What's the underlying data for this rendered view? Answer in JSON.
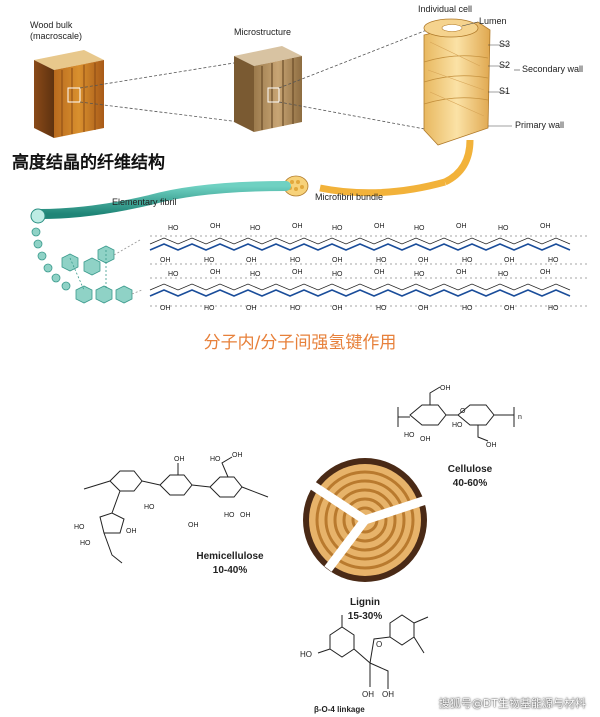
{
  "top": {
    "wood_bulk": "Wood bulk",
    "wood_bulk_sub": "(macroscale)",
    "microstructure": "Microstructure",
    "individual_cell": "Individual cell",
    "lumen": "Lumen",
    "s3": "S3",
    "s2": "S2",
    "s1": "S1",
    "secondary_wall": "Secondary wall",
    "primary_wall": "Primary wall",
    "elementary_fibril": "Elementary fibril",
    "microfibril_bundle": "Microfibril bundle",
    "crystalline_title": "高度结晶的纤维结构",
    "hbond_caption": "分子内/分子间强氢键作用"
  },
  "bottom": {
    "cellulose_name": "Cellulose",
    "cellulose_pct": "40-60%",
    "hemicellulose_name": "Hemicellulose",
    "hemicellulose_pct": "10-40%",
    "lignin_name": "Lignin",
    "lignin_pct": "15-30%",
    "linkage": "β-O-4 linkage",
    "n_sub": "n"
  },
  "watermark": "搜狐号@DT生物基能源与材料",
  "colors": {
    "accent_orange": "#e7803a",
    "fibril_teal": "#3aa89a",
    "ring_tan": "#e7b36a",
    "bark": "#4a2a16"
  }
}
